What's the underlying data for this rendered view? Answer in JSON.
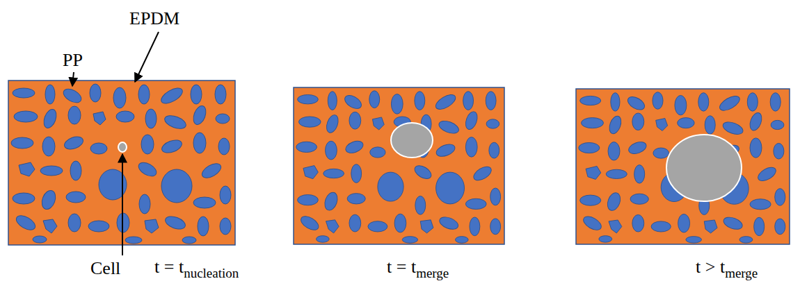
{
  "diagram": {
    "labels": [
      "PP",
      "EPDM",
      "Cell",
      "t = t",
      "nucleation",
      "t = t",
      "merge",
      "t > t",
      "merge"
    ]
  }
}
